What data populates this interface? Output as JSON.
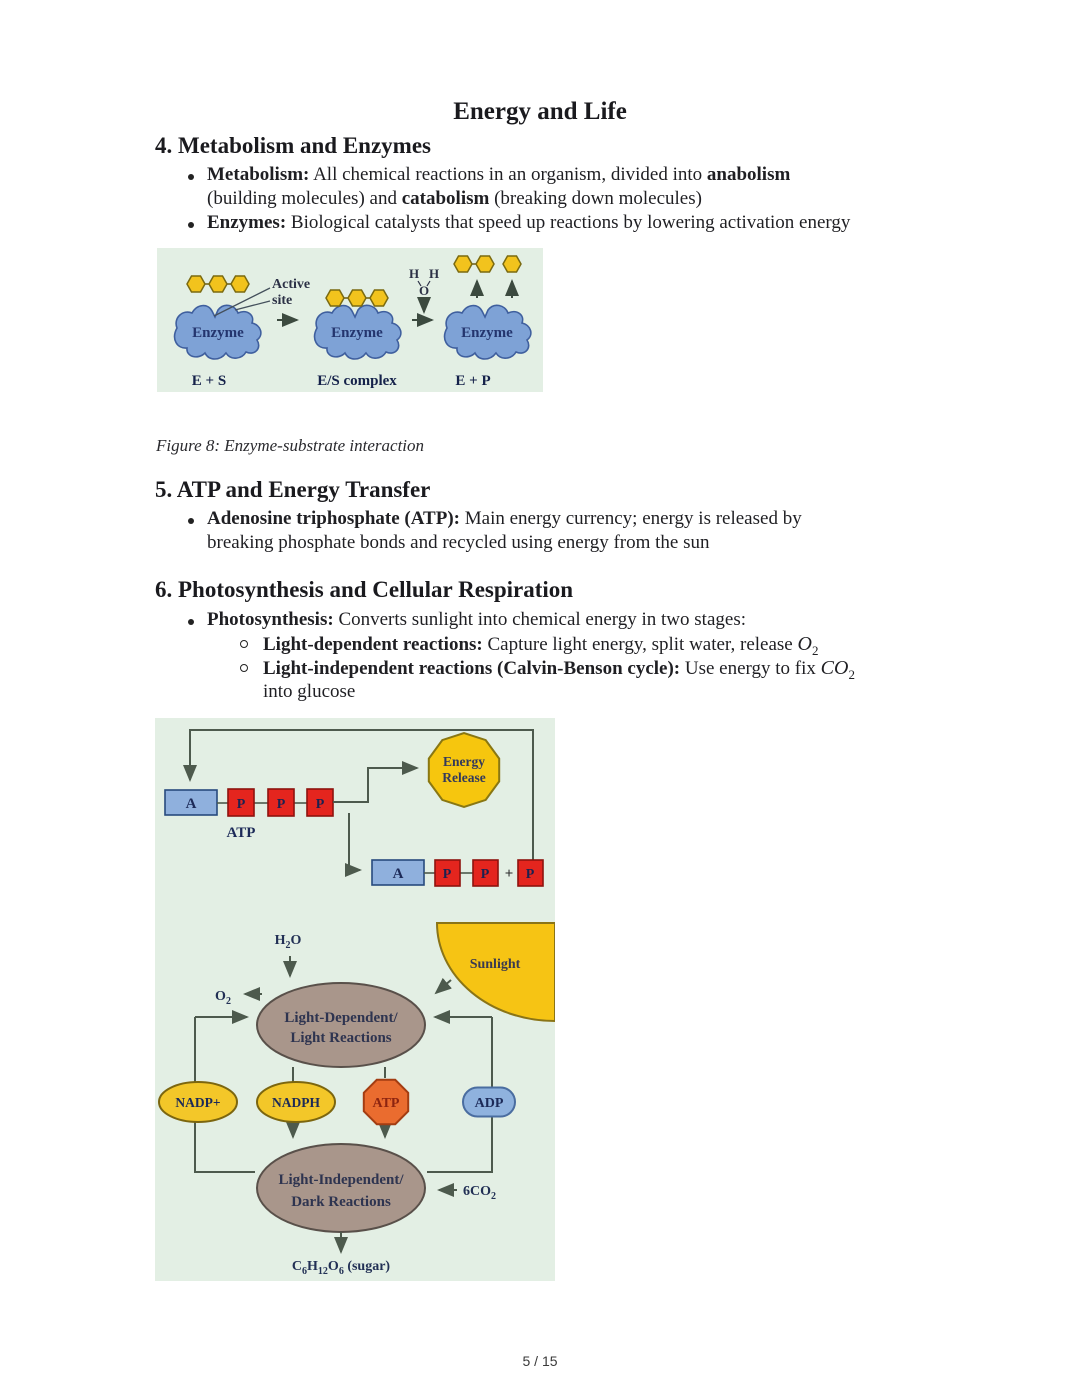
{
  "page": {
    "title": "Energy and Life",
    "page_number": "5 / 15"
  },
  "section4": {
    "heading": "4. Metabolism and Enzymes",
    "bullet1": {
      "line1": {
        "b1": "Metabolism:",
        "t1": " All chemical reactions in an organism, divided into ",
        "b2": "anabolism"
      },
      "line2": {
        "t1": "(building molecules) and ",
        "b1": "catabolism",
        "t2": " (breaking down molecules)"
      }
    },
    "bullet2": {
      "b1": "Enzymes:",
      "t1": " Biological catalysts that speed up reactions by lowering activation energy"
    }
  },
  "figure8": {
    "caption": "Figure 8: Enzyme-substrate interaction",
    "active_line1": "Active",
    "active_line2": "site",
    "enzyme": "Enzyme",
    "water_h": "H",
    "water_o": "O",
    "label_es": "E + S",
    "label_escomplex": "E/S complex",
    "label_ep": "E + P"
  },
  "section5": {
    "heading": "5. ATP and Energy Transfer",
    "bullet1": {
      "line1": {
        "b1": "Adenosine triphosphate (ATP):",
        "t1": " Main energy currency; energy is released by"
      },
      "line2": "breaking phosphate bonds and recycled using energy from the sun"
    }
  },
  "section6": {
    "heading": "6. Photosynthesis and Cellular Respiration",
    "bullet1": {
      "b1": "Photosynthesis:",
      "t1": " Converts sunlight into chemical energy in two stages:"
    },
    "sub1": {
      "b1": "Light-dependent reactions:",
      "t1": " Capture light energy, split water, release ",
      "sym": "O",
      "sub": "2"
    },
    "sub2": {
      "line1": {
        "b1": "Light-independent reactions (Calvin-Benson cycle):",
        "t1": " Use energy to fix ",
        "sym": "CO",
        "sub": "2"
      },
      "line2": "into glucose"
    }
  },
  "figure_atp": {
    "a": "A",
    "p": "P",
    "plus": "+",
    "atp_label": "ATP",
    "energy_line1": "Energy",
    "energy_line2": "Release",
    "h2o_h": "H",
    "h2o_sub": "2",
    "h2o_o": "O",
    "o2_sym": "O",
    "o2_sub": "2",
    "sunlight": "Sunlight",
    "light_dep_line1": "Light-Dependent/",
    "light_dep_line2": "Light Reactions",
    "nadp": "NADP+",
    "nadph": "NADPH",
    "atp": "ATP",
    "adp": "ADP",
    "light_indep_line1": "Light-Independent/",
    "light_indep_line2": "Dark Reactions",
    "co2_coef": "6CO",
    "co2_sub": "2",
    "sugar_c": "C",
    "sugar_c_sub": "6",
    "sugar_h": "H",
    "sugar_h_sub": "12",
    "sugar_o": "O",
    "sugar_o_sub": "6",
    "sugar_suffix": " (sugar)"
  },
  "colors": {
    "figure_bg": "#e3efe4",
    "enzyme_blue": "#7ea2d6",
    "hexagon_gold": "#f2c31d",
    "phosphate_red": "#e4251e",
    "adenosine_blue": "#8fb0dd",
    "energy_gold": "#f6c60e",
    "sunlight_gold": "#f6c414",
    "reaction_taupe": "#a9968b",
    "nadp_gold": "#f3c729",
    "atp_orange": "#ea6c2f",
    "adp_blue": "#8fb2de",
    "line_olive": "#4d5a4d",
    "navy_text": "#1c2a58"
  }
}
